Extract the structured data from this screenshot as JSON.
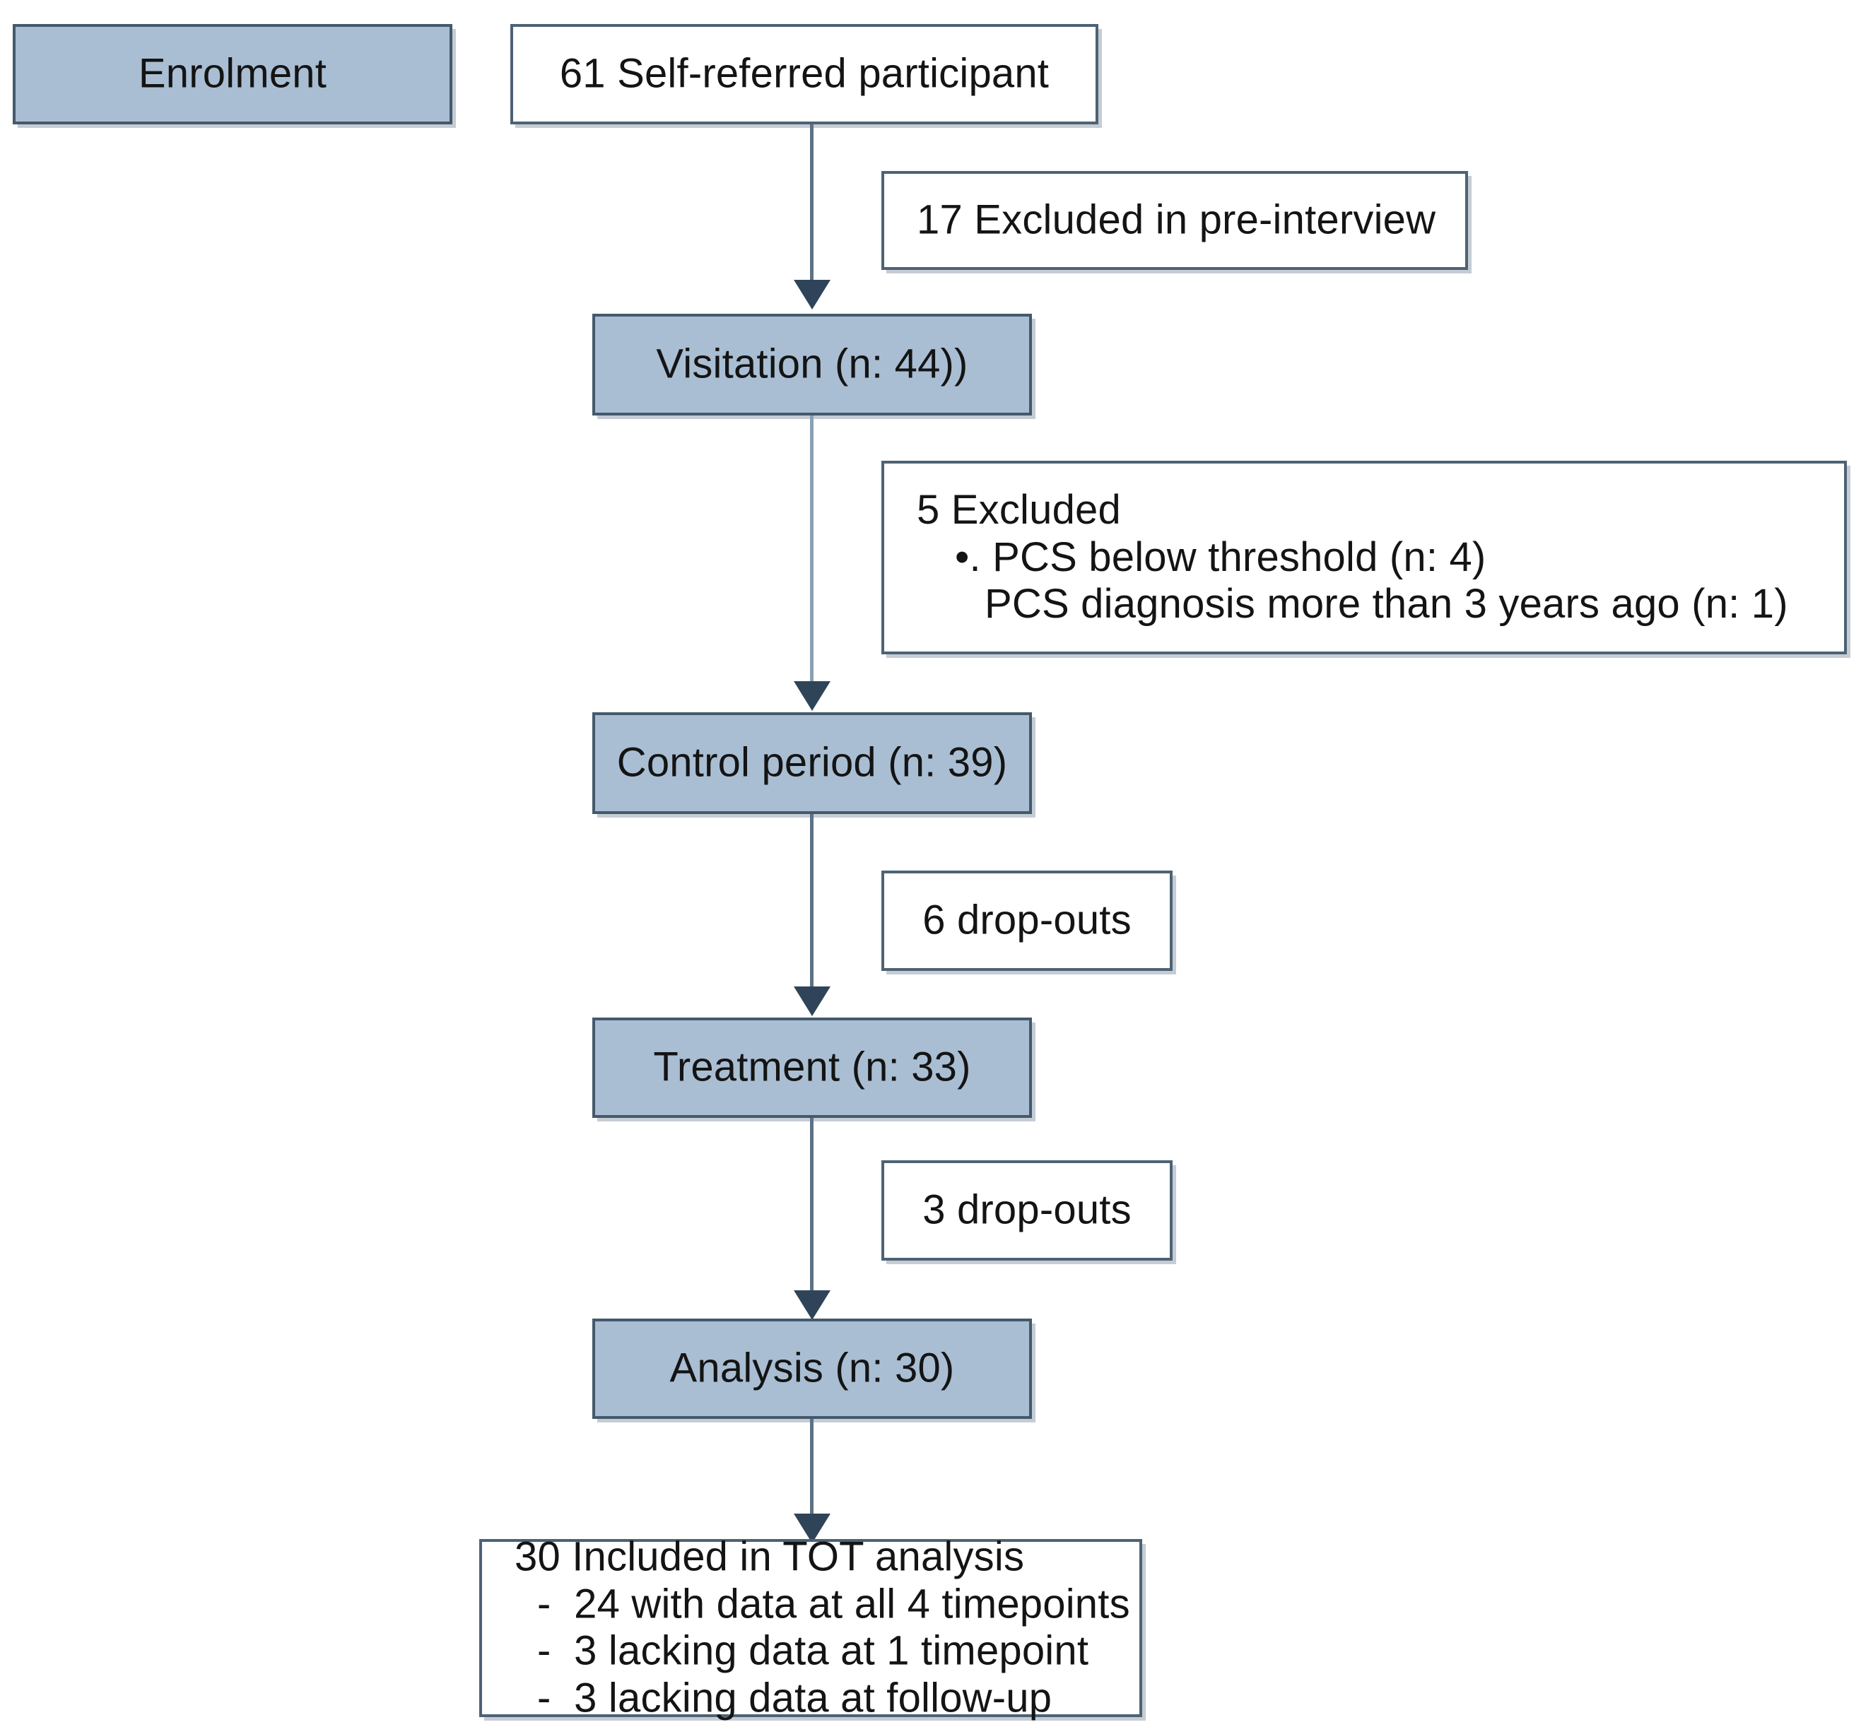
{
  "diagram": {
    "title": "CONSORT-style participant flow diagram",
    "colors": {
      "node_fill": "#a9bed3",
      "node_border": "#44596c",
      "plain_border": "#4d6274",
      "connector": "#5d7285",
      "connector_light": "#8ba0b4",
      "arrowhead": "#2f4458",
      "background": "#ffffff",
      "text": "#141414"
    },
    "nodes": {
      "enrolment": {
        "label": "Enrolment"
      },
      "self_referred": {
        "label": "61 Self-referred participant"
      },
      "excluded_pre_interview": {
        "label": "17 Excluded in pre-interview"
      },
      "visitation": {
        "label": "Visitation (n: 44))"
      },
      "excluded_five": {
        "line1": "5 Excluded",
        "line2": "•. PCS below threshold (n: 4)",
        "line3": "PCS diagnosis more than 3 years ago (n: 1)"
      },
      "control_period": {
        "label": "Control period (n: 39)"
      },
      "dropouts_six": {
        "label": "6 drop-outs"
      },
      "treatment": {
        "label": "Treatment (n: 33)"
      },
      "dropouts_three": {
        "label": "3 drop-outs"
      },
      "analysis": {
        "label": "Analysis (n: 30)"
      },
      "tot_analysis": {
        "line1": "30 Included in TOT analysis",
        "line2": "-  24 with data at all 4 timepoints",
        "line3": "-  3 lacking data at 1 timepoint",
        "line4": "-  3 lacking data at follow-up"
      }
    }
  }
}
